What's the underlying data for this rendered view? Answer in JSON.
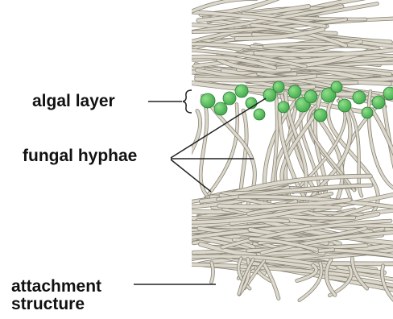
{
  "diagram": {
    "labels": {
      "algal_layer": "algal layer",
      "fungal_hyphae": "fungal hyphae",
      "attachment_line1": "attachment",
      "attachment_line2": "structure"
    },
    "colors": {
      "hypha_fill": "#dcd8cc",
      "hypha_edge": "#8a8577",
      "alga_fill": "#3fa84a",
      "alga_highlight": "#8fe08a",
      "leader_line": "#222222",
      "background": "#ffffff"
    }
  }
}
